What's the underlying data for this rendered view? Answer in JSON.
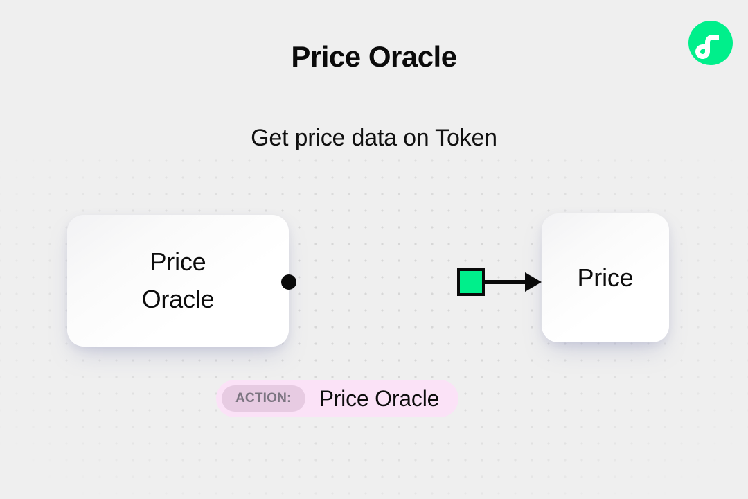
{
  "page": {
    "title": "Price Oracle",
    "subtitle": "Get price data on Token",
    "background_color": "#efefef",
    "accent_color": "#00ef8b"
  },
  "brand": {
    "logo_icon": "flow-logo-icon",
    "logo_color": "#00ef8b"
  },
  "diagram": {
    "nodes": [
      {
        "id": "source",
        "label": "Price\nOracle",
        "name": "node-price-oracle"
      },
      {
        "id": "target",
        "label": "Price",
        "name": "node-price"
      }
    ],
    "edge": {
      "source_handle_icon": "circle-handle-icon",
      "target_handle_icon": "arrowhead-icon",
      "chip_icon": "edge-chip-icon",
      "chip_color": "#00ef8b",
      "line_color": "#0a0a0a"
    }
  },
  "action": {
    "badge_label": "ACTION:",
    "value": "Price Oracle",
    "pill_color": "#fbe2f7",
    "badge_color": "#e7cbe2"
  }
}
